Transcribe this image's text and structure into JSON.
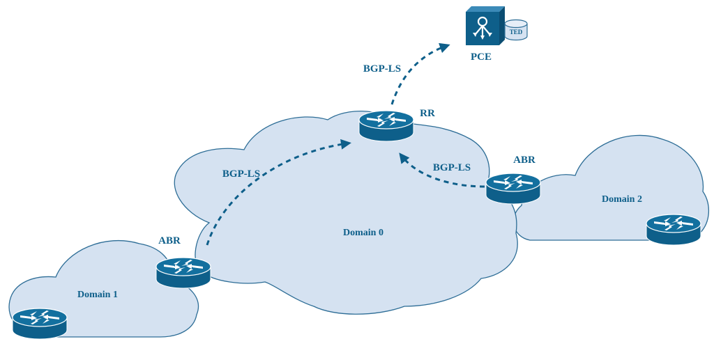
{
  "colors": {
    "cloud_fill": "#d5e2f1",
    "cloud_stroke": "#2d6d96",
    "router_blue": "#0e5f8a",
    "label_blue": "#0e5f8a",
    "arrow_blue": "#0e5f8a"
  },
  "domains": {
    "domain0": "Domain 0",
    "domain1": "Domain 1",
    "domain2": "Domain 2"
  },
  "nodes": {
    "pce": "PCE",
    "ted": "TED",
    "rr": "RR",
    "abr_left": "ABR",
    "abr_right": "ABR"
  },
  "links": {
    "rr_to_pce": "BGP-LS",
    "abr_left_to_rr": "BGP-LS",
    "abr_right_to_rr": "BGP-LS"
  },
  "icons": [
    "router-icon",
    "pce-server-icon",
    "database-icon"
  ]
}
